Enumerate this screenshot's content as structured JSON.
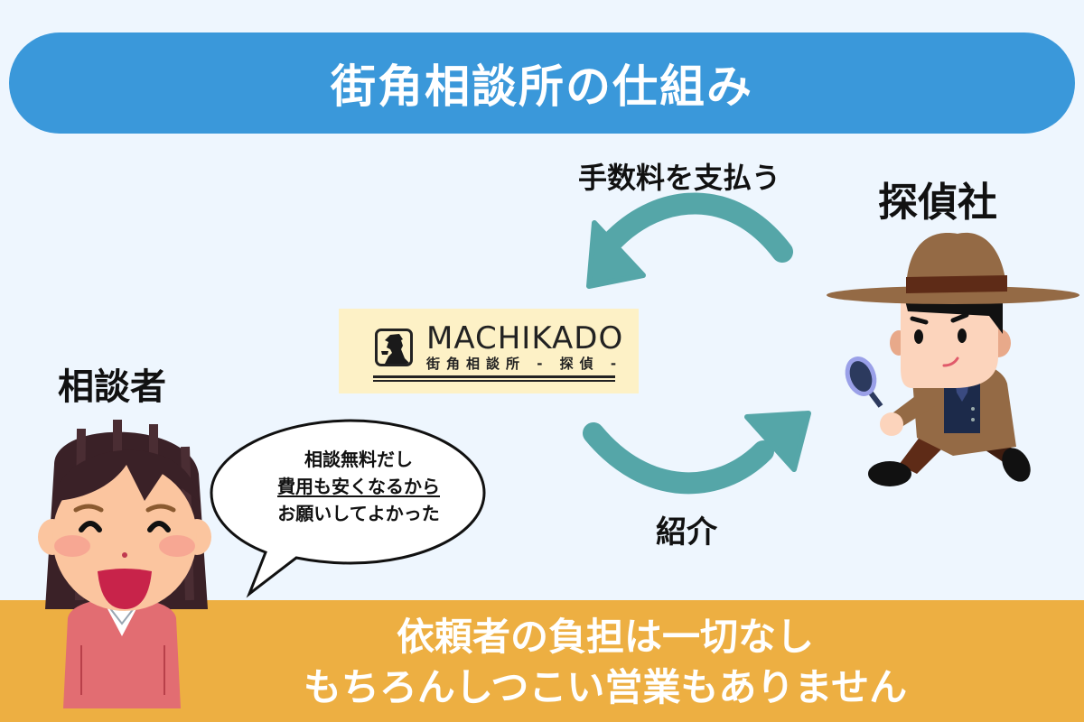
{
  "header": {
    "title": "街角相談所の仕組み"
  },
  "flow": {
    "top_arrow_label": "手数料を支払う",
    "bottom_arrow_label": "紹介",
    "arrow_color": "#55a6a8"
  },
  "agency": {
    "label": "探偵社"
  },
  "client": {
    "label": "相談者"
  },
  "logo": {
    "name": "MACHIKADO",
    "subtitle": "街角相談所 - 探偵 -"
  },
  "speech_bubble": {
    "lines": [
      "相談無料だし",
      "費用も安くなるから",
      "お願いしてよかった"
    ]
  },
  "footer": {
    "lines": [
      "依頼者の負担は一切なし",
      "もちろんしつこい営業もありません"
    ],
    "background": "#edaf42"
  },
  "colors": {
    "title_bar": "#3a98da",
    "background": "#eef6fe",
    "logo_bg": "#fdf1c6"
  }
}
